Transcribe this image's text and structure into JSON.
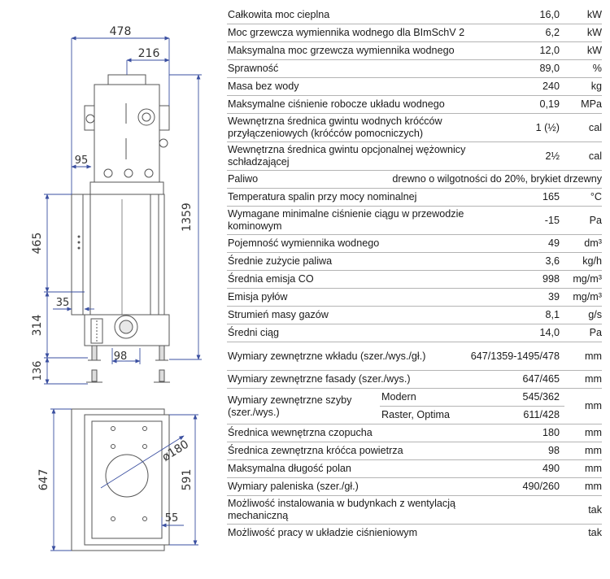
{
  "drawing": {
    "dim_width_total": "478",
    "dim_top_offset": "216",
    "dim_side_left": "95",
    "dim_height_total": "1359",
    "dim_height_mid": "465",
    "dim_height_lower": "314",
    "dim_foot_offset": "35",
    "dim_height_feet": "136",
    "dim_outlet_width": "98",
    "dim_depth_total": "647",
    "dim_depth_inner": "591",
    "dim_flue_diameter": "ø180",
    "dim_corner_offset": "55"
  },
  "specs": {
    "rows": [
      {
        "label": "Całkowita moc cieplna",
        "value": "16,0",
        "unit": "kW"
      },
      {
        "label": "Moc grzewcza wymiennika wodnego dla BImSchV 2",
        "value": "6,2",
        "unit": "kW"
      },
      {
        "label": "Maksymalna moc grzewcza wymiennika wodnego",
        "value": "12,0",
        "unit": "kW"
      },
      {
        "label": "Sprawność",
        "value": "89,0",
        "unit": "%"
      },
      {
        "label": "Masa bez wody",
        "value": "240",
        "unit": "kg"
      },
      {
        "label": "Maksymalne ciśnienie robocze układu wodnego",
        "value": "0,19",
        "unit": "MPa"
      },
      {
        "label": "Wewnętrzna średnica gwintu wodnych króćców przyłączeniowych (króćców pomocniczych)",
        "value": "1 (½)",
        "unit": "cal"
      },
      {
        "label": "Wewnętrzna średnica gwintu opcjonalnej wężownicy schładzającej",
        "value": "2½",
        "unit": "cal"
      },
      {
        "label": "Paliwo",
        "value": "drewno o wilgotności do 20%, brykiet drzewny",
        "unit": ""
      },
      {
        "label": "Temperatura spalin przy mocy nominalnej",
        "value": "165",
        "unit": "°C"
      },
      {
        "label": "Wymagane minimalne ciśnienie ciągu w przewodzie kominowym",
        "value": "-15",
        "unit": "Pa"
      },
      {
        "label": "Pojemność wymiennika wodnego",
        "value": "49",
        "unit": "dm³"
      },
      {
        "label": "Średnie zużycie paliwa",
        "value": "3,6",
        "unit": "kg/h"
      },
      {
        "label": "Średnia emisja CO",
        "value": "998",
        "unit": "mg/m³"
      },
      {
        "label": "Emisja pyłów",
        "value": "39",
        "unit": "mg/m³"
      },
      {
        "label": "Strumień masy gazów",
        "value": "8,1",
        "unit": "g/s"
      },
      {
        "label": "Średni ciąg",
        "value": "14,0",
        "unit": "Pa"
      },
      {
        "label": "Wymiary zewnętrzne wkładu (szer./wys./gł.)",
        "value": "647/1359-1495/478",
        "unit": "mm"
      },
      {
        "label": "Wymiary zewnętrzne fasady (szer./wys.)",
        "value": "647/465",
        "unit": "mm"
      },
      {
        "label": "Wymiary zewnętrzne szyby (szer./wys.)",
        "sub1": "Modern",
        "value1": "545/362",
        "sub2": "Raster, Optima",
        "value2": "611/428",
        "unit": "mm"
      },
      {
        "label": "Średnica wewnętrzna czopucha",
        "value": "180",
        "unit": "mm"
      },
      {
        "label": "Średnica zewnętrzna króćca powietrza",
        "value": "98",
        "unit": "mm"
      },
      {
        "label": "Maksymalna długość polan",
        "value": "490",
        "unit": "mm"
      },
      {
        "label": "Wymiary paleniska (szer./gł.)",
        "value": "490/260",
        "unit": "mm"
      },
      {
        "label": "Możliwość instalowania w budynkach z wentylacją mechaniczną",
        "value": "",
        "unit": "tak"
      },
      {
        "label": "Możliwość pracy w układzie ciśnieniowym",
        "value": "",
        "unit": "tak"
      }
    ]
  }
}
